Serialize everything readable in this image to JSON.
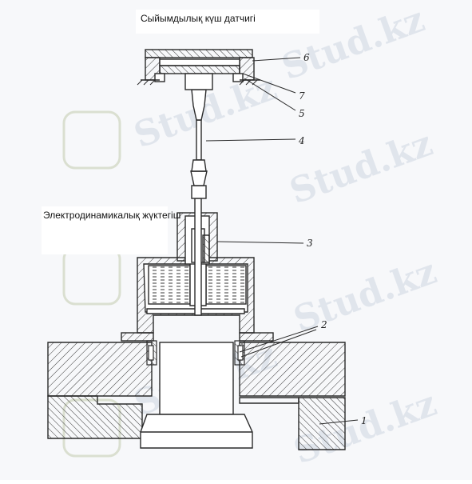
{
  "labels": {
    "capacitive_sensor": "Сыйымдылық күш датчигі",
    "electrodynamic_loader": "Электродинамикалық жүктегіш"
  },
  "callouts": [
    "1",
    "2",
    "3",
    "4",
    "5",
    "6",
    "7"
  ],
  "watermark": "Stud.kz",
  "colors": {
    "line": "#2a2a2a",
    "hatch": "#3a3a3a",
    "liquid": "#3a3a3a",
    "watermark": "#cfd6e2"
  }
}
